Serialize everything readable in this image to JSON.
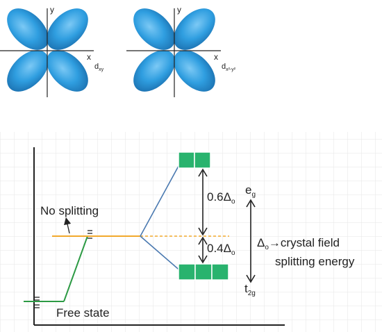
{
  "orbitals": {
    "left": {
      "axis_x": "x",
      "axis_y": "y",
      "label_main": "d",
      "label_sub": "xy"
    },
    "right": {
      "axis_x": "x",
      "axis_y": "y",
      "label_main": "d",
      "label_sub": "x²-y²"
    }
  },
  "diagram": {
    "no_splitting": "No splitting",
    "free_state": "Free state",
    "upper_gap_coef": "0.6",
    "lower_gap_coef": "0.4",
    "delta_symbol": "Δ",
    "delta_subscript": "o",
    "eg_main": "e",
    "eg_sub": "g",
    "t2g_main": "t",
    "t2g_sub": "2g",
    "desc_line1_rest": "→crystal field",
    "desc_line2": "splitting energy",
    "eg_box_count": 2,
    "t2g_box_count": 3
  },
  "colors": {
    "lobe": "#2f9ee0",
    "lobe_dark": "#1d78b8",
    "energy_line_orange": "#f2a92c",
    "energy_line_green": "#2c9a44",
    "split_line_blue": "#4a79b0",
    "box_fill": "#29b36e",
    "grid": "#e4e4e4"
  }
}
